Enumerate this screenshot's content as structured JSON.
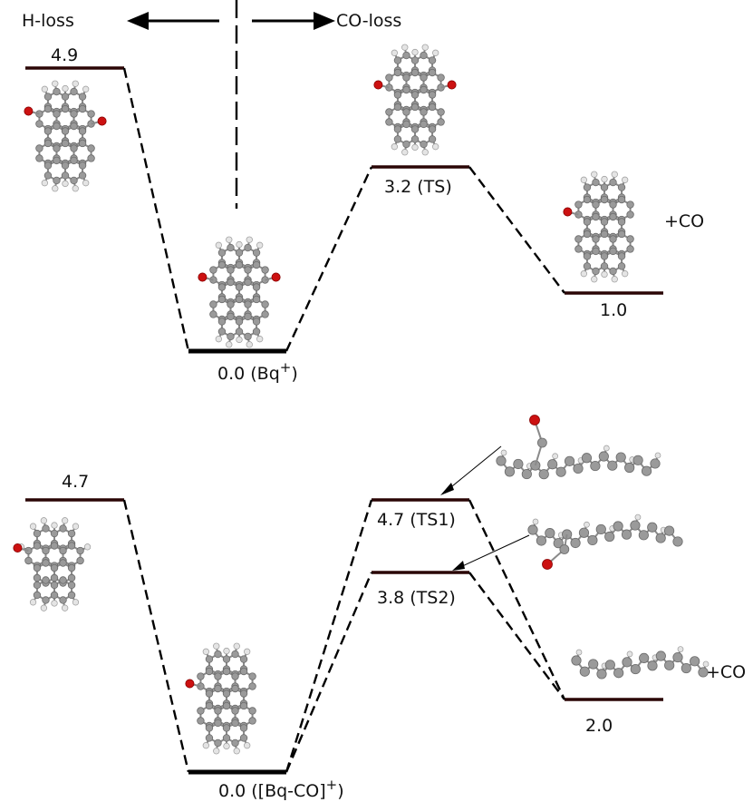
{
  "header": {
    "left_label": "H-loss",
    "right_label": "CO-loss"
  },
  "top_diagram": {
    "h_loss_energy": "4.9",
    "reactant_label": "0.0 (Bq",
    "reactant_charge": "+",
    "reactant_close": ")",
    "ts_label": "3.2 (TS)",
    "product_label": "1.0",
    "co_label": "+CO"
  },
  "bottom_diagram": {
    "h_loss_energy": "4.7",
    "reactant_label": "0.0 ([Bq-CO]",
    "reactant_charge": "+",
    "reactant_close": ")",
    "ts1_label": "4.7 (TS1)",
    "ts2_label": "3.8 (TS2)",
    "product_label": "2.0",
    "co_label": "+CO"
  },
  "colors": {
    "level_line": "#2a0505",
    "oxygen": "#cc1111",
    "carbon": "#9a9a9a",
    "hydrogen": "#e4e4e4"
  }
}
